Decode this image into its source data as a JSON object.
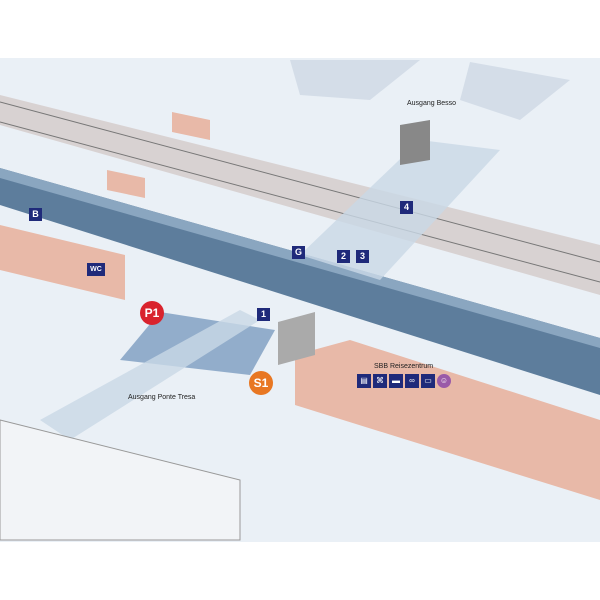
{
  "labels": {
    "exit_besso": "Ausgang Besso",
    "exit_ponte_tresa": "Ausgang Ponte Tresa",
    "travel_centre": "SBB Reisezentrum"
  },
  "sectors": {
    "b": "B",
    "g": "G",
    "one": "1",
    "two": "2",
    "three": "3",
    "four": "4",
    "wc": "WC"
  },
  "badges": {
    "parking": "P1",
    "sbahn": "S1"
  },
  "services": [
    "ticket-icon",
    "network-icon",
    "luggage-icon",
    "bike-icon",
    "car-icon",
    "person-icon"
  ],
  "colors": {
    "train": "#5d7d9c",
    "building": "#e8b9a8",
    "parking": "#d9232d",
    "sbahn": "#e87722",
    "sign": "#1f2a7a"
  }
}
